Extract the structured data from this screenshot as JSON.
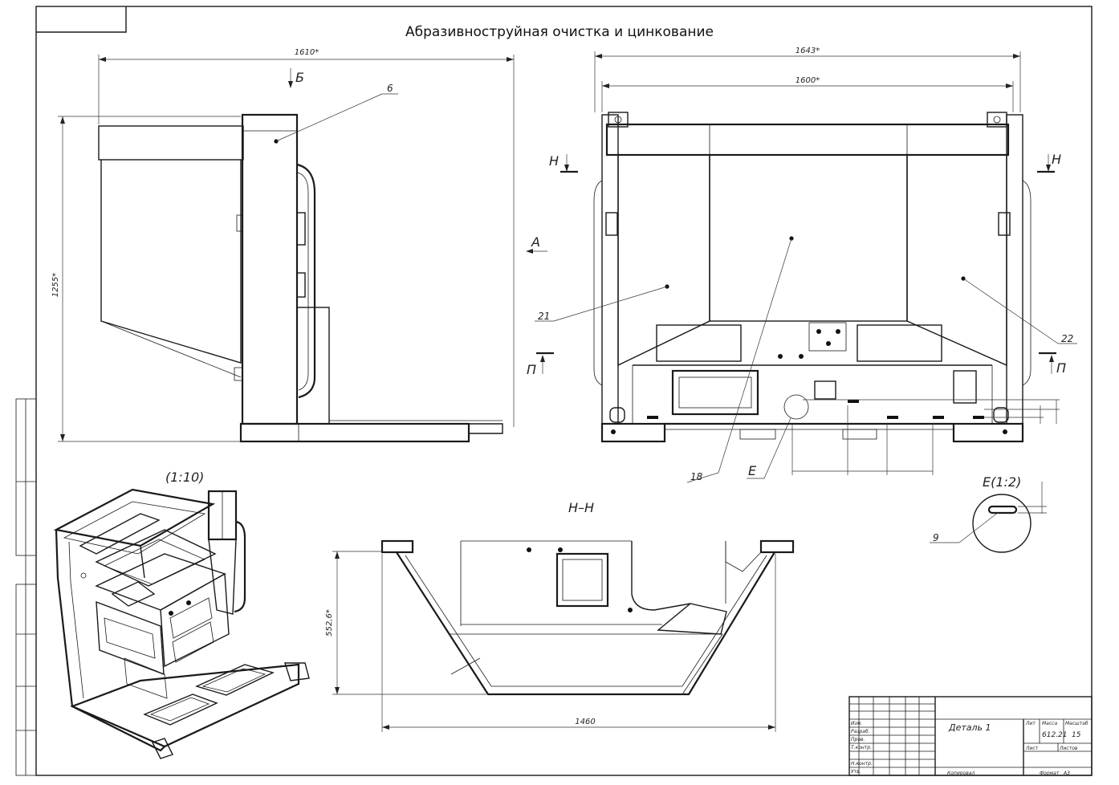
{
  "title": "Абразивноструйная очистка и цинкование",
  "dimensions": {
    "side_width": "1610*",
    "side_height": "1255*",
    "front_outer": "1643*",
    "front_inner": "1600*",
    "section_height": "552,6*",
    "section_width": "1460"
  },
  "labels": {
    "view_b": "Б",
    "view_a": "А",
    "section_n_left": "Н",
    "section_n_right": "Н",
    "section_p_left": "П",
    "section_p_right": "П",
    "detail_e": "Е",
    "iso_scale": "(1:10)",
    "section_title": "Н–Н",
    "detail_title": "Е(1:2)"
  },
  "callouts": [
    "6",
    "21",
    "18",
    "22",
    "9"
  ],
  "title_block": {
    "name": "Деталь 1",
    "mass": "612.21",
    "scale": "15",
    "sheet_label": "Лист",
    "sheets_label": "Листов",
    "copied": "Копировал",
    "format_label": "Формат",
    "format": "A3",
    "header_lit": "Лит",
    "header_mass": "Масса",
    "header_scale": "Масштаб",
    "row_labels": [
      "Изм.",
      "Разраб.",
      "Пров.",
      "Т.контр.",
      "Н.контр.",
      "Утв."
    ]
  }
}
